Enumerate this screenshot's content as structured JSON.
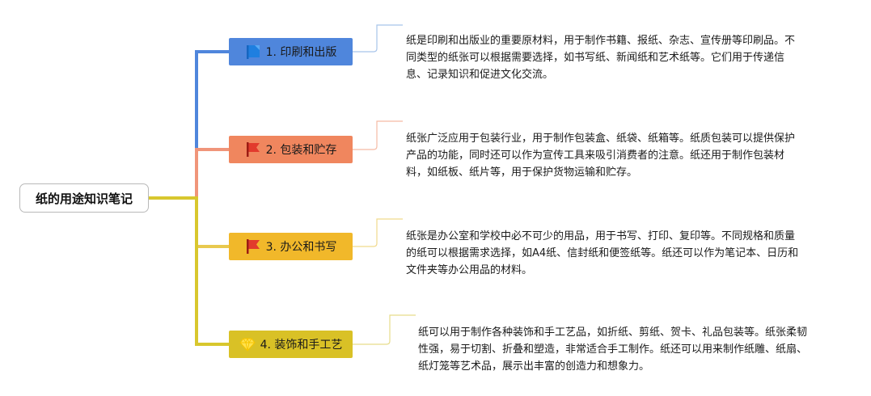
{
  "root": {
    "label": "纸的用途知识笔记"
  },
  "branches": [
    {
      "label": "1. 印刷和出版",
      "icon": "blue-flag-icon",
      "color": "#4f86dc",
      "line_color": "#4f86dc",
      "bracket_color": "#a8c4ea",
      "description": "纸是印刷和出版业的重要原材料，用于制作书籍、报纸、杂志、宣传册等印刷品。不同类型的纸张可以根据需要选择，如书写纸、新闻纸和艺术纸等。它们用于传递信息、记录知识和促进文化交流。"
    },
    {
      "label": "2. 包装和贮存",
      "icon": "red-flag-icon",
      "color": "#f0865e",
      "line_color": "#f0957a",
      "bracket_color": "#f5bba5",
      "description": "纸张广泛应用于包装行业，用于制作包装盒、纸袋、纸箱等。纸质包装可以提供保护产品的功能，同时还可以作为宣传工具来吸引消费者的注意。纸还用于制作包装材料，如纸板、纸片等，用于保护货物运输和贮存。"
    },
    {
      "label": "3. 办公和书写",
      "icon": "red-flag-icon",
      "color": "#f1b82a",
      "line_color": "#e8c94f",
      "bracket_color": "#f1d98c",
      "description": "纸张是办公室和学校中必不可少的用品，用于书写、打印、复印等。不同规格和质量的纸可以根据需求选择，如A4纸、信封纸和便签纸等。纸还可以作为笔记本、日历和文件夹等办公用品的材料。"
    },
    {
      "label": "4. 装饰和手工艺",
      "icon": "diamond-icon",
      "color": "#d9c126",
      "line_color": "#d8c72e",
      "bracket_color": "#e6dc8a",
      "description": "纸可以用于制作各种装饰和手工艺品，如折纸、剪纸、贺卡、礼品包装等。纸张柔韧性强，易于切割、折叠和塑造，非常适合手工制作。纸还可以用来制作纸雕、纸扇、纸灯笼等艺术品，展示出丰富的创造力和想象力。"
    }
  ]
}
